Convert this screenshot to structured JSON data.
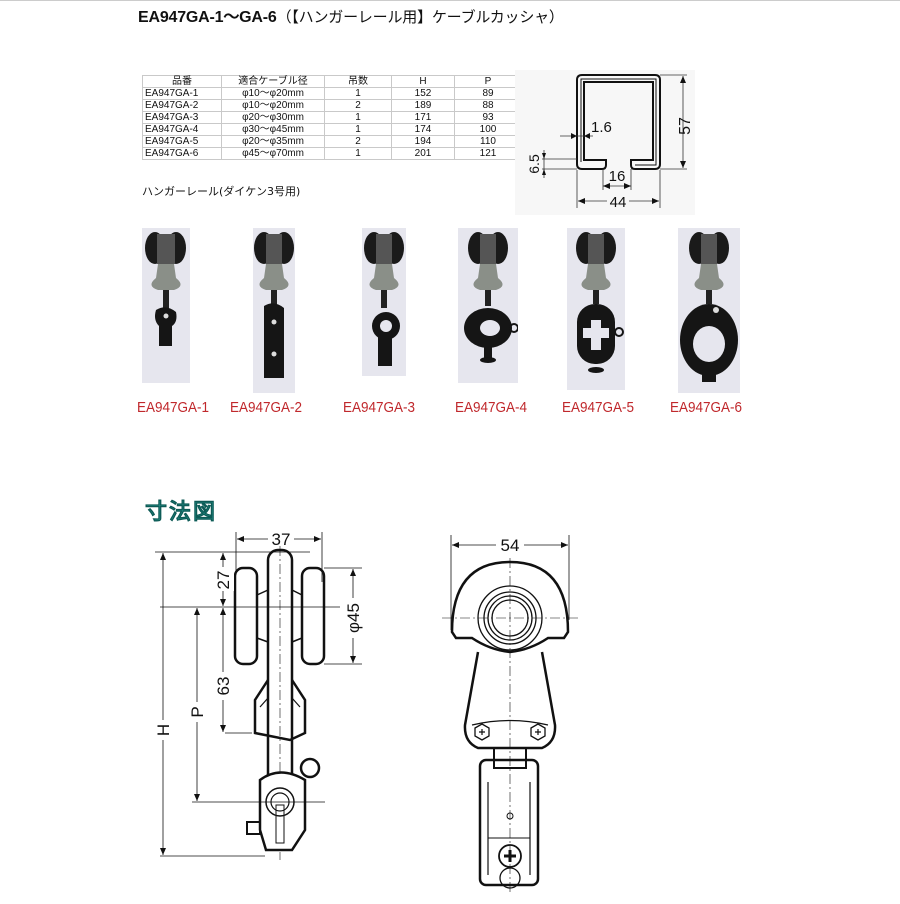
{
  "title": {
    "model": "EA947GA-1～GA-6",
    "description": "（【ハンガーレール用】ケーブルカッシャ）"
  },
  "spec_table": {
    "headers": [
      "品番",
      "適合ケーブル径",
      "吊数",
      "H",
      "P"
    ],
    "rows": [
      {
        "part": "EA947GA-1",
        "cable": "φ10～φ20mm",
        "count": "1",
        "h": "152",
        "p": "89"
      },
      {
        "part": "EA947GA-2",
        "cable": "φ10～φ20mm",
        "count": "2",
        "h": "189",
        "p": "88"
      },
      {
        "part": "EA947GA-3",
        "cable": "φ20～φ30mm",
        "count": "1",
        "h": "171",
        "p": "93"
      },
      {
        "part": "EA947GA-4",
        "cable": "φ30～φ45mm",
        "count": "1",
        "h": "174",
        "p": "100"
      },
      {
        "part": "EA947GA-5",
        "cable": "φ20～φ35mm",
        "count": "2",
        "h": "194",
        "p": "110"
      },
      {
        "part": "EA947GA-6",
        "cable": "φ45～φ70mm",
        "count": "1",
        "h": "201",
        "p": "121"
      }
    ]
  },
  "rail_note": "ハンガーレール(ダイケン3号用)",
  "rail_diagram": {
    "thickness": "1.6",
    "lip_height": "6.5",
    "height": "57",
    "opening": "16",
    "width": "44"
  },
  "products": [
    {
      "label": "EA947GA-1"
    },
    {
      "label": "EA947GA-2"
    },
    {
      "label": "EA947GA-3"
    },
    {
      "label": "EA947GA-4"
    },
    {
      "label": "EA947GA-5"
    },
    {
      "label": "EA947GA-6"
    }
  ],
  "dimension_heading": "寸法図",
  "side_view": {
    "width": "37",
    "top_offset": "27",
    "wheel_diameter": "φ45",
    "pitch_to_bracket": "63",
    "p_label": "P",
    "h_label": "H"
  },
  "front_view": {
    "width": "54"
  },
  "colors": {
    "label_red": "#c0282c",
    "heading_teal": "#2a9d97",
    "table_border": "#c9c9c9"
  }
}
